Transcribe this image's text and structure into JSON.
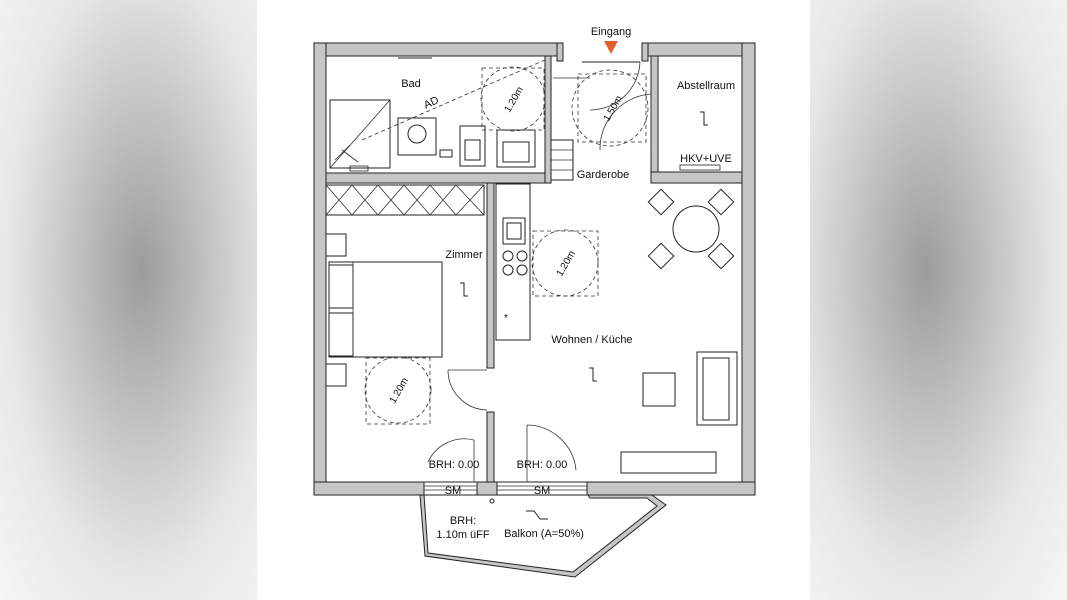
{
  "plan": {
    "entrance_label": "Eingang",
    "accent_color": "#e2612b",
    "rooms": {
      "bath": "Bad",
      "bath_note": "AD",
      "storage": "Abstellraum",
      "storage_note": "HKV+UVE",
      "wardrobe": "Garderobe",
      "bedroom": "Zimmer",
      "living": "Wohnen / Küche",
      "balcony": "Balkon (A=50%)"
    },
    "turning_circles": [
      "1.20m",
      "1.50m",
      "1.20m",
      "1.20m"
    ],
    "windows": {
      "left_brh": "BRH: 0.00",
      "right_brh": "BRH: 0.00",
      "left_sm": "SM",
      "right_sm": "SM"
    },
    "balcony_rail": {
      "line1": "BRH:",
      "line2": "1.10m üFF"
    }
  }
}
